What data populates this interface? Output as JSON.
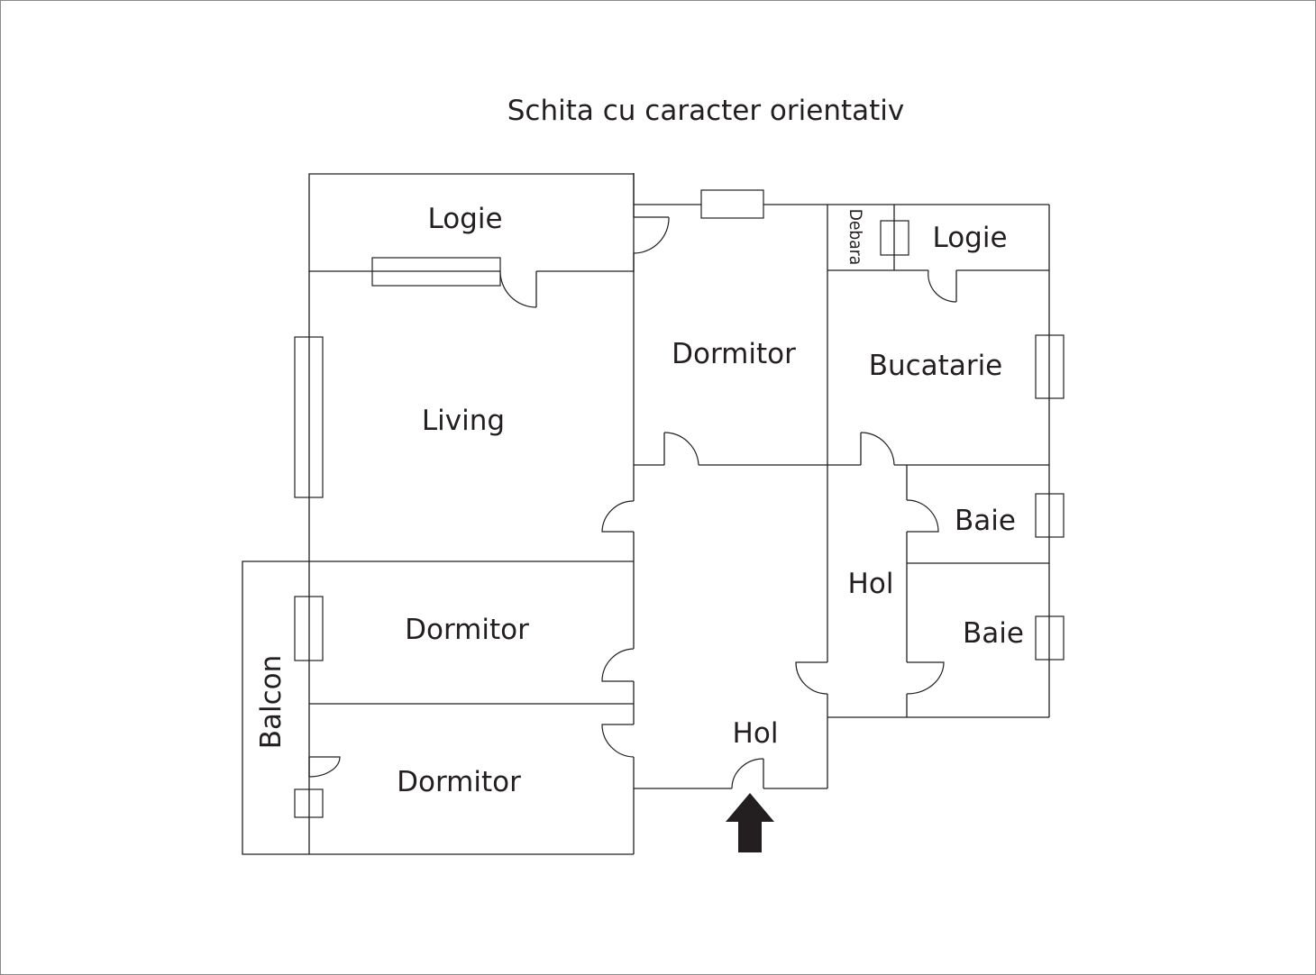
{
  "title": "Schita cu caracter orientativ",
  "rooms": {
    "logie_left": "Logie",
    "logie_right": "Logie",
    "debara": "Debara",
    "dormitor_top": "Dormitor",
    "bucatarie": "Bucatarie",
    "living": "Living",
    "baie_top": "Baie",
    "hol_right": "Hol",
    "baie_bottom": "Baie",
    "dormitor_mid": "Dormitor",
    "balcon": "Balcon",
    "hol_main": "Hol",
    "dormitor_bottom": "Dormitor"
  },
  "entrance_icon": "arrow-up-icon",
  "colors": {
    "line": "#231f20",
    "background": "#ffffff",
    "frame": "#8a8a8a"
  }
}
